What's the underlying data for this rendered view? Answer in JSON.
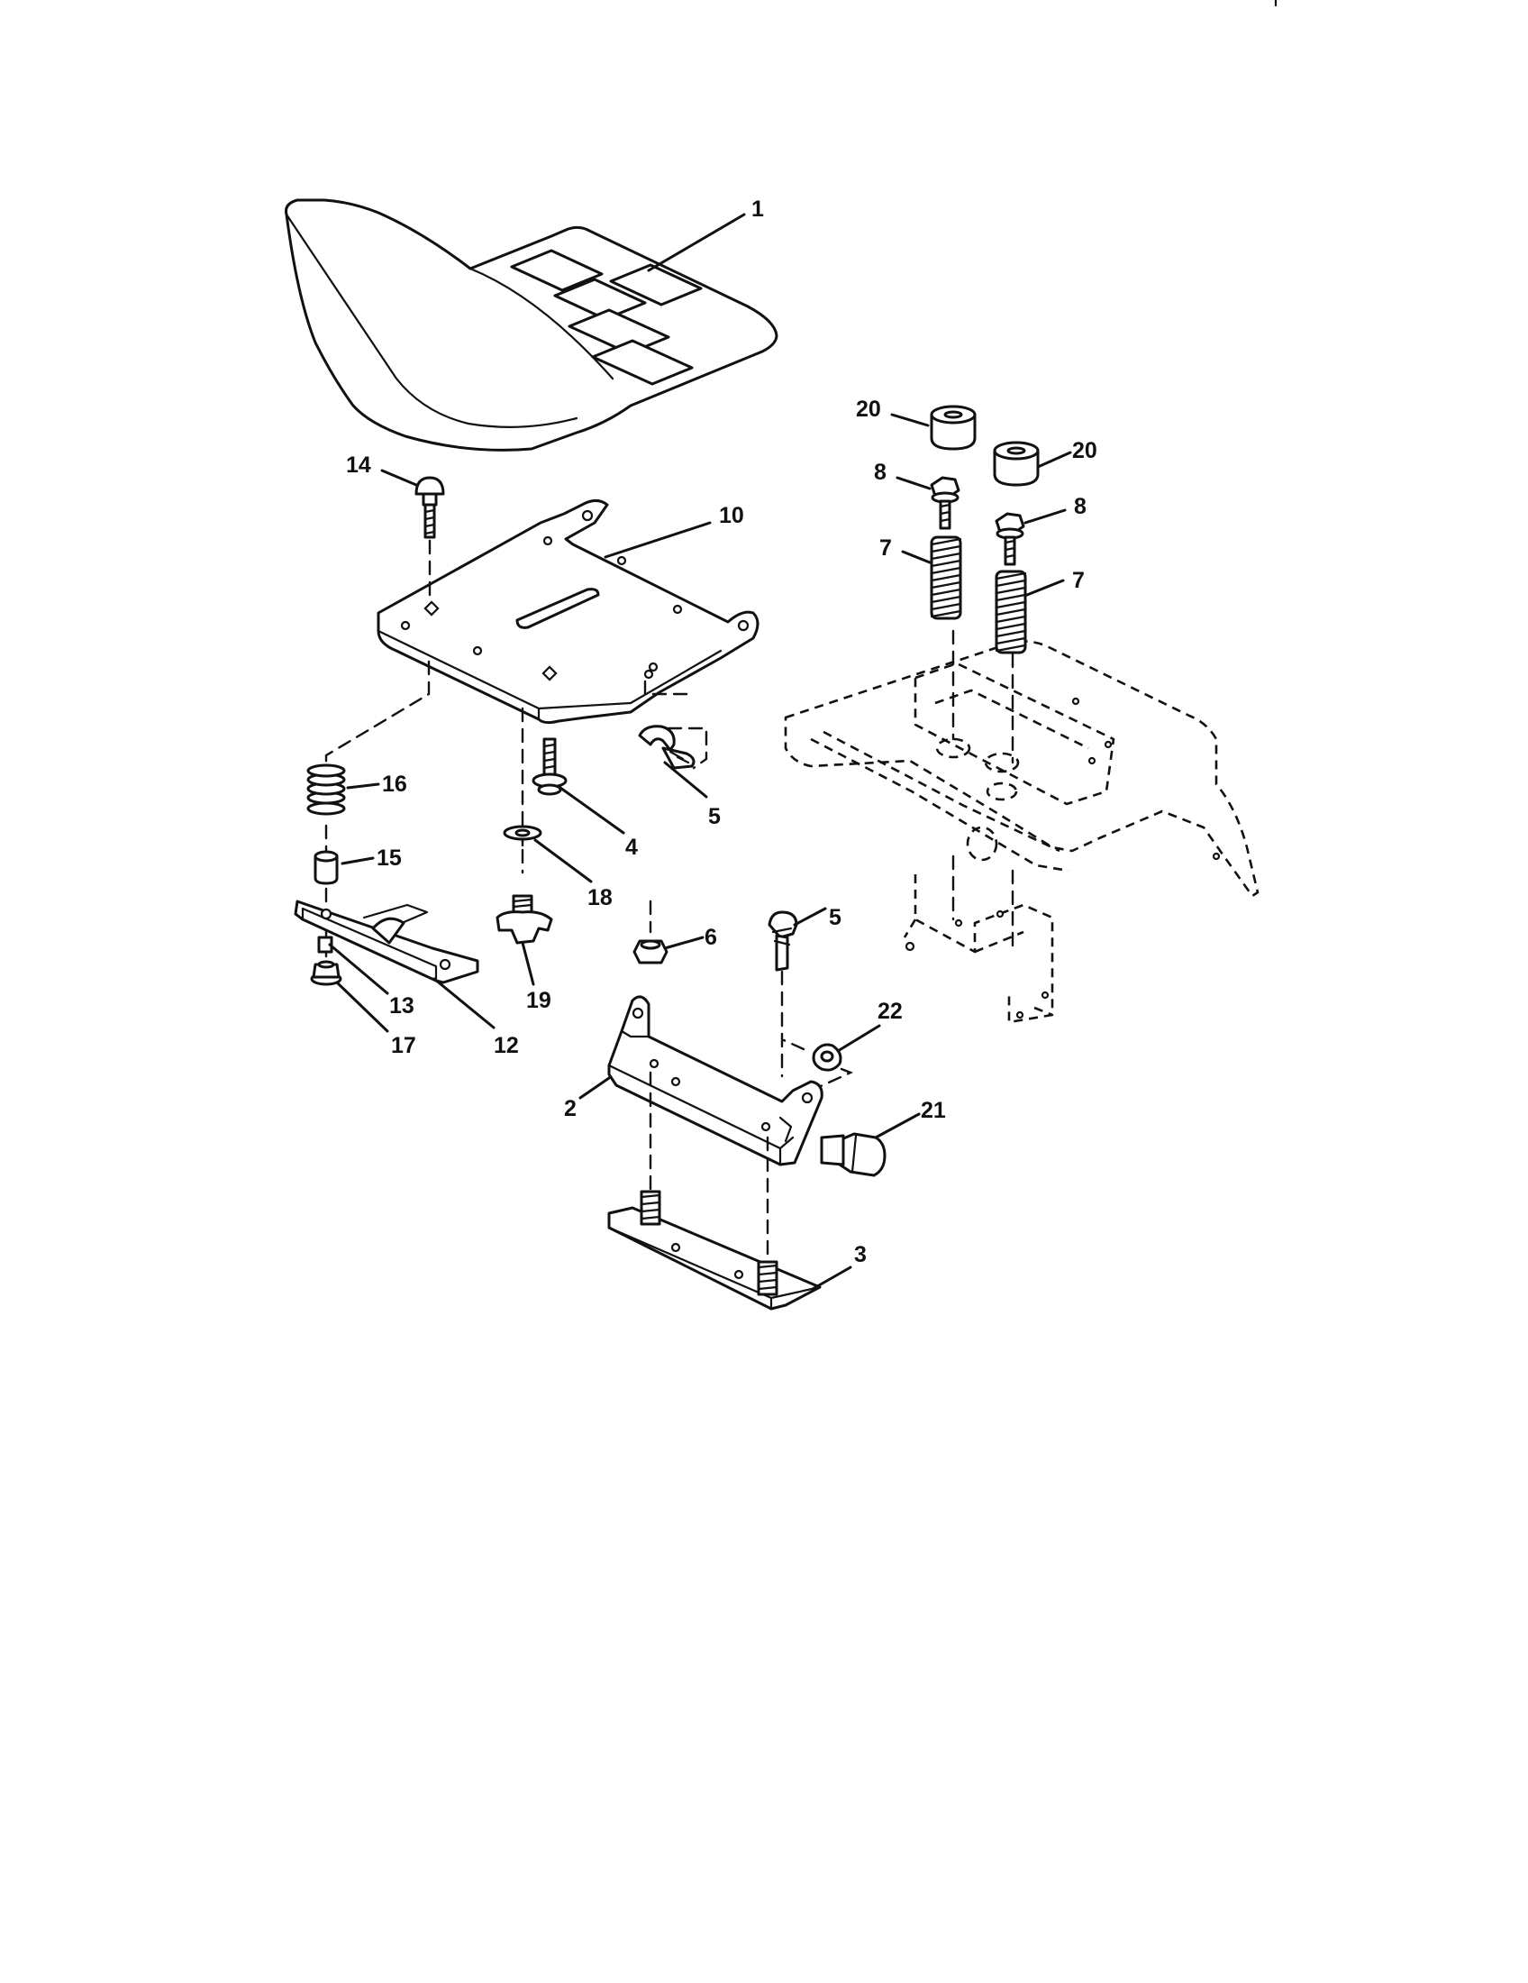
{
  "callouts": {
    "seat": "1",
    "pivot_bracket": "2",
    "mount_plate": "3",
    "bolt_4": "4",
    "clip_right": "5",
    "clip_lower": "5",
    "nut_6": "6",
    "spring_left": "7",
    "spring_right": "7",
    "bolt_left": "8",
    "bolt_right": "8",
    "seat_pan": "10",
    "adjust_plate": "12",
    "washer_13": "13",
    "carriage_bolt": "14",
    "spacer_15": "15",
    "spring_16": "16",
    "nut_17": "17",
    "washer_18": "18",
    "wing_knob": "19",
    "bumper_left": "20",
    "bumper_right": "20",
    "shoulder_bolt": "21",
    "nut_22": "22"
  },
  "colors": {
    "line": "#111111",
    "paper": "#ffffff"
  }
}
